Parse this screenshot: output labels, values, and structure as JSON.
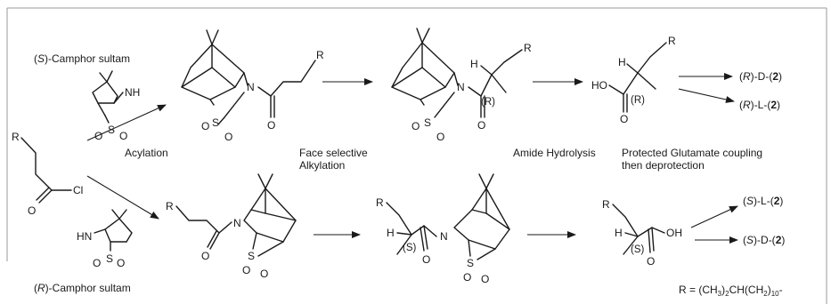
{
  "reagents": {
    "s_sultam": {
      "prefix": "(",
      "stereo": "S",
      "rest": ")-Camphor sultam"
    },
    "r_sultam": {
      "prefix": "(",
      "stereo": "R",
      "rest": ")-Camphor sultam"
    }
  },
  "steps": {
    "acylation": "Acylation",
    "alkylation_line1": "Face selective",
    "alkylation_line2": "Alkylation",
    "hydrolysis": "Amide Hydrolysis",
    "coupling_line1": "Protected Glutamate coupling",
    "coupling_line2": "then deprotection"
  },
  "atoms": {
    "R": "R",
    "Cl": "Cl",
    "O": "O",
    "N": "N",
    "NH": "NH",
    "HN": "HN",
    "S": "S",
    "H": "H",
    "HO": "HO",
    "OH": "OH"
  },
  "stereo_labels": {
    "R": "(R)",
    "S": "(S)"
  },
  "products": {
    "top": [
      {
        "config": "R",
        "series": "D",
        "compound": "2"
      },
      {
        "config": "R",
        "series": "L",
        "compound": "2"
      }
    ],
    "bottom": [
      {
        "config": "S",
        "series": "L",
        "compound": "2"
      },
      {
        "config": "S",
        "series": "D",
        "compound": "2"
      }
    ]
  },
  "r_definition": {
    "prefix": "R = (CH",
    "sub1": "3",
    "mid": ")",
    "sub2": "2",
    "middle": "CH(CH",
    "sub3": "2",
    "mid2": ")",
    "sub4": "10",
    "suffix": "-"
  }
}
